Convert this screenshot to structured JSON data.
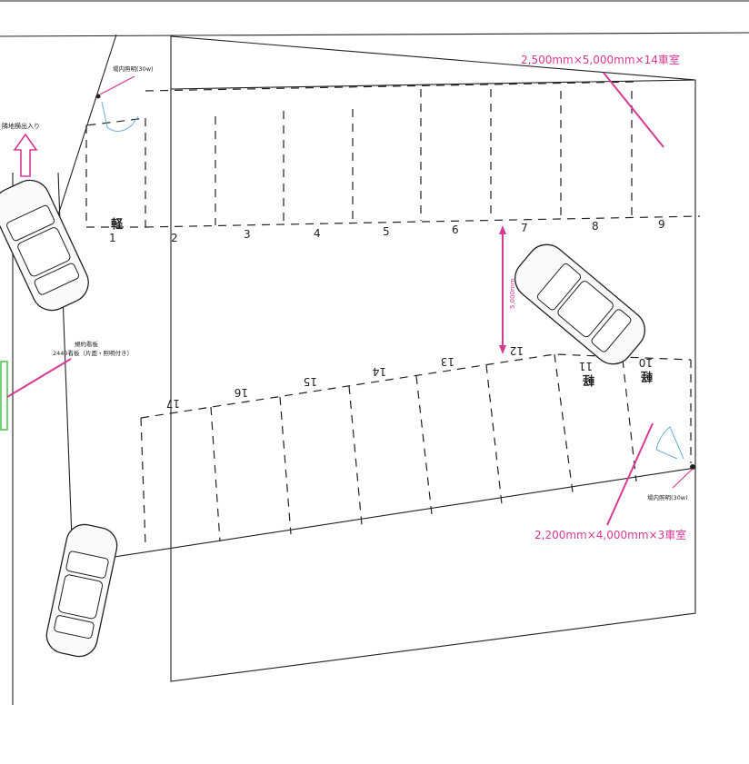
{
  "notes": {
    "light_top": "場内照明(30w)",
    "light_bottom": "場内照明(30w)",
    "entrance": "隣地横出入り",
    "sign_line1": "規約看板",
    "sign_line2": "2440看板（片面・照明付き）"
  },
  "dimensions": {
    "large": "2,500mm×5,000mm×14車室",
    "small": "2,200mm×4,000mm×3車室",
    "aisle": "5,000mm"
  },
  "spaces_top": [
    {
      "num": "1",
      "kei": "軽"
    },
    {
      "num": "2",
      "kei": ""
    },
    {
      "num": "3",
      "kei": ""
    },
    {
      "num": "4",
      "kei": ""
    },
    {
      "num": "5",
      "kei": ""
    },
    {
      "num": "6",
      "kei": ""
    },
    {
      "num": "7",
      "kei": ""
    },
    {
      "num": "8",
      "kei": ""
    },
    {
      "num": "9",
      "kei": ""
    }
  ],
  "spaces_bottom": [
    {
      "num": "10",
      "kei": "軽"
    },
    {
      "num": "11",
      "kei": "軽"
    },
    {
      "num": "12",
      "kei": ""
    },
    {
      "num": "13",
      "kei": ""
    },
    {
      "num": "14",
      "kei": ""
    },
    {
      "num": "15",
      "kei": ""
    },
    {
      "num": "16",
      "kei": ""
    },
    {
      "num": "17",
      "kei": ""
    }
  ],
  "colors": {
    "annotation": "#d63a95",
    "sign": "#4bbf4b",
    "light_cone": "#6aaed6",
    "entrance_arrow": "#d63a95"
  }
}
